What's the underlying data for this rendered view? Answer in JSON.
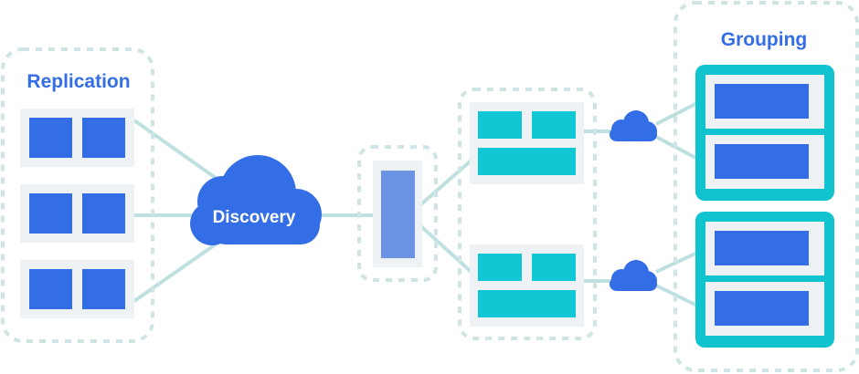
{
  "labels": {
    "replication": "Replication",
    "discovery": "Discovery",
    "grouping": "Grouping"
  },
  "colors": {
    "blue": "#336ee6",
    "light_blue": "#6b93e3",
    "teal": "#10c7d4",
    "teal_dark": "#11c2cf",
    "panel_gray": "#eef2f4",
    "dashed_border": "#cfe4e4",
    "connector": "#bfe0e0",
    "white": "#ffffff"
  },
  "icons": {
    "discovery_cloud": "cloud-icon",
    "small_cloud_top": "cloud-icon",
    "small_cloud_bottom": "cloud-icon"
  }
}
